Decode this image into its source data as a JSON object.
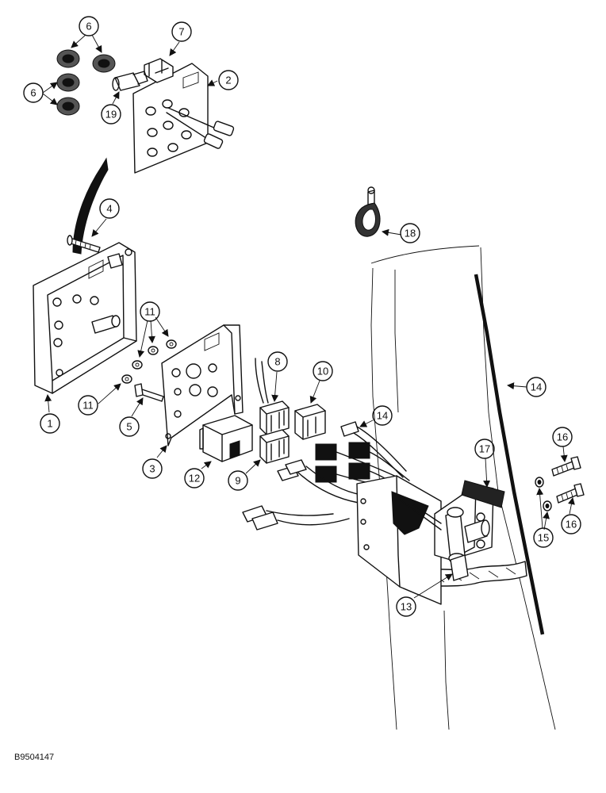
{
  "figure": {
    "reference_code": "B9504147"
  },
  "callouts": [
    {
      "id": "c1",
      "label": "1"
    },
    {
      "id": "c2",
      "label": "2"
    },
    {
      "id": "c3",
      "label": "3"
    },
    {
      "id": "c4",
      "label": "4"
    },
    {
      "id": "c5",
      "label": "5"
    },
    {
      "id": "c6a",
      "label": "6"
    },
    {
      "id": "c6b",
      "label": "6"
    },
    {
      "id": "c7",
      "label": "7"
    },
    {
      "id": "c8",
      "label": "8"
    },
    {
      "id": "c9",
      "label": "9"
    },
    {
      "id": "c10",
      "label": "10"
    },
    {
      "id": "c11a",
      "label": "11"
    },
    {
      "id": "c11b",
      "label": "11"
    },
    {
      "id": "c12",
      "label": "12"
    },
    {
      "id": "c13",
      "label": "13"
    },
    {
      "id": "c14a",
      "label": "14"
    },
    {
      "id": "c14b",
      "label": "14"
    },
    {
      "id": "c15",
      "label": "15"
    },
    {
      "id": "c16a",
      "label": "16"
    },
    {
      "id": "c16b",
      "label": "16"
    },
    {
      "id": "c17",
      "label": "17"
    },
    {
      "id": "c18",
      "label": "18"
    },
    {
      "id": "c19",
      "label": "19"
    }
  ]
}
